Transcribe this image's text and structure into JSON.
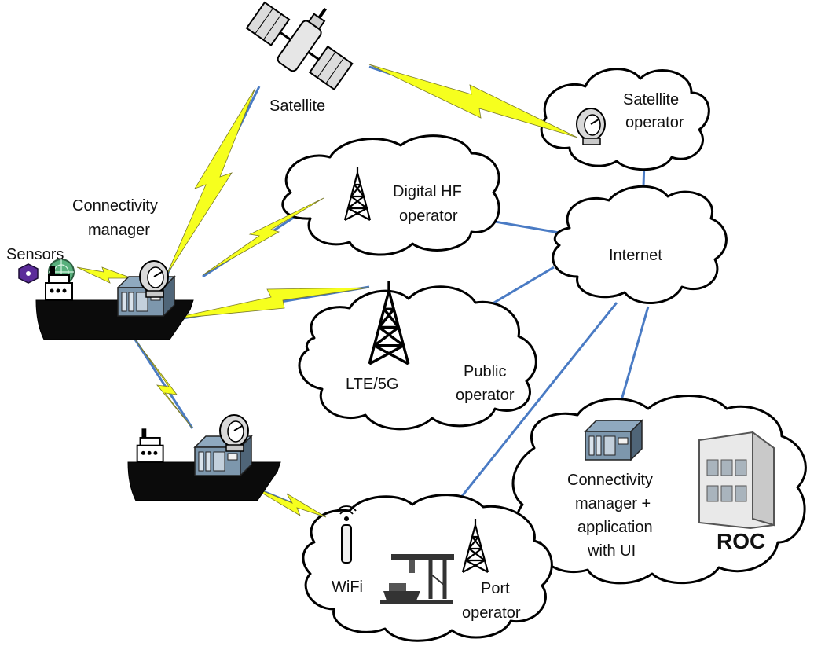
{
  "labels": {
    "satellite": "Satellite",
    "satellite_operator_line1": "Satellite",
    "satellite_operator_line2": "operator",
    "digital_hf_line1": "Digital HF",
    "digital_hf_line2": "operator",
    "internet": "Internet",
    "lte": "LTE/5G",
    "public_operator_line1": "Public",
    "public_operator_line2": "operator",
    "connectivity_manager_line1": "Connectivity",
    "connectivity_manager_line2": "manager",
    "sensors": "Sensors",
    "roc_cm_line1": "Connectivity",
    "roc_cm_line2": "manager +",
    "roc_cm_line3": "application",
    "roc_cm_line4": "with UI",
    "roc": "ROC",
    "wifi": "WiFi",
    "port_operator_line1": "Port",
    "port_operator_line2": "operator"
  },
  "colors": {
    "link": "#4a7bc4",
    "wireless_link": "#f6ff1e",
    "outline": "#000000"
  },
  "icons": [
    "satellite-icon",
    "satellite-dish-icon",
    "radio-tower-icon",
    "server-rack-icon",
    "ship-icon",
    "sensor-icon",
    "radar-icon",
    "building-icon",
    "wifi-antenna-icon",
    "port-crane-icon"
  ]
}
